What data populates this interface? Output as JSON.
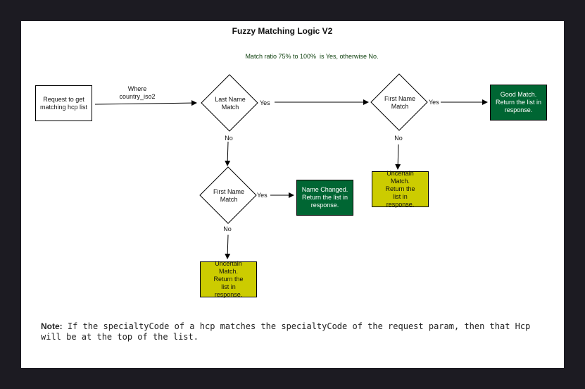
{
  "title": "Fuzzy Matching Logic V2",
  "subtitle": "Match ratio 75% to 100%  is Yes, otherwise No.",
  "nodes": {
    "start": "Request to get matching hcp list",
    "edge_where_1": "Where",
    "edge_where_2": "country_iso2",
    "last_name_1": "Last Name",
    "last_name_2": "Match",
    "first_name_top_1": "First Name",
    "first_name_top_2": "Match",
    "first_name_bottom_1": "First Name",
    "first_name_bottom_2": "Match",
    "good_match": "Good Match. Return the list in response.",
    "name_changed": "Name Changed. Return the list in response.",
    "uncertain_right": "Uncertain Match. Return the list in response.",
    "uncertain_bottom": "Uncertain Match. Return the list in response."
  },
  "edges": {
    "yes_1": "Yes",
    "yes_2": "Yes",
    "yes_3": "Yes",
    "no_1": "No",
    "no_2": "No",
    "no_3": "No"
  },
  "note": {
    "label": "Note:",
    "text": "If the specialtyCode of a hcp matches the specialtyCode of the request param, then that Hcp will be at the top of the list."
  },
  "colors": {
    "good": "#006633",
    "uncertain": "#cccc00",
    "subtitle": "#0a3d0a"
  }
}
